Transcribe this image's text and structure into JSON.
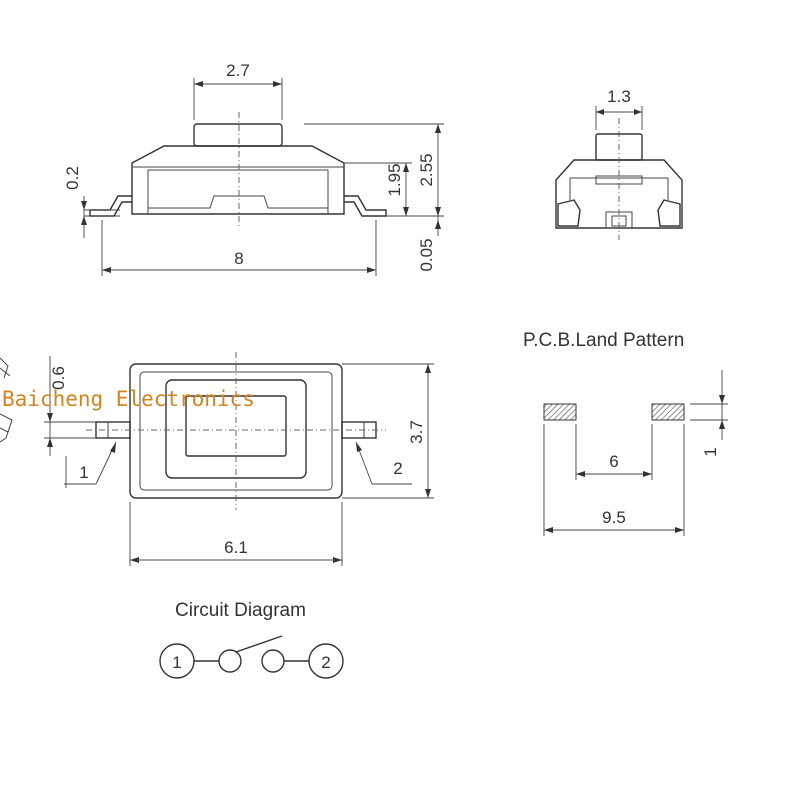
{
  "watermark": "Baicheng Electronics",
  "side_view": {
    "dim_top_width": "2.7",
    "dim_lead_height": "0.2",
    "dim_body_height": "1.95",
    "dim_total_height": "2.55",
    "dim_overall_length": "8",
    "dim_lead_offset": "0.05"
  },
  "end_view": {
    "dim_actuator_width": "1.3"
  },
  "top_view": {
    "dim_pin_width": "0.6",
    "dim_body_width": "3.7",
    "dim_body_length": "6.1",
    "pin_label_1": "1",
    "pin_label_2": "2"
  },
  "land_pattern": {
    "title": "P.C.B.Land Pattern",
    "dim_inner_spacing": "6",
    "dim_outer_spacing": "9.5",
    "dim_pad_size": "1"
  },
  "circuit": {
    "title": "Circuit Diagram",
    "terminal_1": "1",
    "terminal_2": "2"
  }
}
